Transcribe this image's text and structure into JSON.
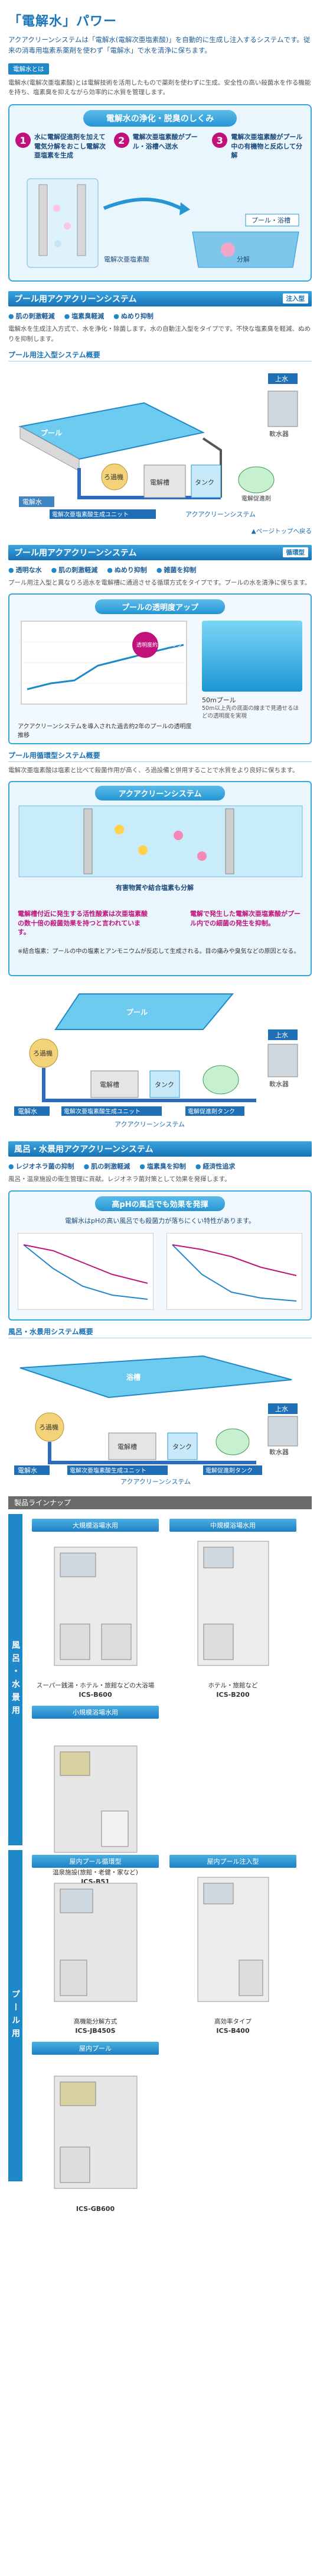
{
  "header": {
    "title": "「電解水」パワー",
    "lead": "アクアクリーンシステムは「電解水(電解次亜塩素酸)」を自動的に生成し注入するシステムです。従来の消毒用塩素系薬剤を使わず「電解水」で水を清浄に保ちます。",
    "tag": "電解水とは",
    "desc": "電解水(電解次亜塩素酸)とは電解技術を活用したもので薬剤を使わずに生成。安全性の高い殺菌水を作る機能を持ち、塩素臭を抑えながら効率的に水質を管理します。"
  },
  "mechanism": {
    "title": "電解水の浄化・脱臭のしくみ",
    "steps": [
      {
        "num": "1",
        "text": "水に電解促進剤を加えて電気分解をおこし電解次亜塩素を生成"
      },
      {
        "num": "2",
        "text": "電解次亜塩素酸がプール・浴槽へ送水"
      },
      {
        "num": "3",
        "text": "電解次亜塩素酸がプール中の有機物と反応して分解"
      }
    ],
    "labels": {
      "pool": "プール・浴槽",
      "electrode": "電解次亜塩素酸",
      "decomp": "分解"
    }
  },
  "pool": {
    "section_title": "プール用アクアクリーンシステム",
    "chip": "注入型",
    "features": [
      "肌の刺激軽減",
      "塩素臭軽減",
      "ぬめり抑制"
    ],
    "intro": "電解水を生成注入方式で、水を浄化・除菌します。水の自動注入型をタイプです。不快な塩素臭を軽減、ぬめりを抑制します。",
    "subhead": "プール用注入型システム概要",
    "diagram_labels": {
      "pool": "プール",
      "water": "上水",
      "softener": "軟水器",
      "filter": "ろ過機",
      "elec_water": "電解水",
      "electrolyzer": "電解槽",
      "unit": "電解次亜塩素酸生成ユニット",
      "tank": "タンク",
      "promoter": "電解促進剤",
      "system": "アクアクリーンシステム"
    },
    "back_top": "▲ページトップへ戻る"
  },
  "circ": {
    "section_title": "プール用アクアクリーンシステム",
    "chip": "循環型",
    "features": [
      "透明な水",
      "肌の刺激軽減",
      "ぬめり抑制",
      "雑菌を抑制"
    ],
    "intro": "プール用注入型と異なりろ過水を電解槽に通過させる循環方式をタイプです。プールの水を清浄に保ちます。",
    "chart_title": "プールの透明度アップ",
    "chart_note": "アクアクリーンシステムを導入された過去約2年のプールの透明度推移",
    "badge": "透明度約3倍アップ",
    "photo_label": "50mプール",
    "photo_caption": "50m以上先の底面の線まで見通せるほどの透明度を実現",
    "subhead": "プール用循環型システム概要",
    "p2": "電解次亜塩素酸は塩素と比べて殺菌作用が高く、ろ過設備と併用することで水質をより良好に保ちます。",
    "panel_title": "アクアクリーンシステム",
    "panel_texts": [
      "有害物質や結合塩素も分解",
      "電解槽付近に発生する活性酸素は次亜塩素酸の数十倍の殺菌効果を持つと言われています。",
      "電解で発生した電解次亜塩素酸がプール内での細菌の発生を抑制。"
    ],
    "panel_note": "※結合塩素：プールの中の塩素とアンモニウムが反応して生成される。目の痛みや臭気などの原因となる。",
    "diagram_labels": {
      "pool": "プール",
      "water": "上水",
      "softener": "軟水器",
      "filter": "ろ過機",
      "elec_water": "電解水",
      "electrolyzer": "電解槽",
      "unit": "電解次亜塩素酸生成ユニット",
      "tank": "電解促進剤タンク",
      "tank2": "タンク",
      "system": "アクアクリーンシステム"
    }
  },
  "bath": {
    "section_title": "風呂・水景用アクアクリーンシステム",
    "features": [
      "レジオネラ菌の抑制",
      "肌の刺激軽減",
      "塩素臭を抑制",
      "経済性追求"
    ],
    "intro": "風呂・温泉施設の衛生管理に貢献。レジオネラ菌対策として効果を発揮します。",
    "box_title": "高pHの風呂でも効果を発揮",
    "box_text": "電解水はpHの高い風呂でも殺菌力が落ちにくい特性があります。",
    "subhead": "風呂・水景用システム概要",
    "diagram_labels": {
      "bath": "浴槽",
      "water": "上水",
      "softener": "軟水器",
      "filter": "ろ過機",
      "elec_water": "電解水",
      "electrolyzer": "電解槽",
      "unit": "電解次亜塩素酸生成ユニット",
      "tank": "タンク",
      "promoter": "電解促進剤タンク",
      "system": "アクアクリーンシステム"
    }
  },
  "lineup": {
    "header": "製品ラインナップ",
    "groups": [
      {
        "side": "風呂・水景用",
        "items": [
          {
            "label": "大規模浴場水用",
            "caption": "スーパー銭湯・ホテル・旅館などの大浴場",
            "model": "ICS-B600"
          },
          {
            "label": "中規模浴場水用",
            "caption": "ホテル・旅館など",
            "model": "ICS-B200"
          },
          {
            "label": "小規模浴場水用",
            "caption": "温泉施設(旅館・老健・家など)",
            "model": "ICS-B51"
          }
        ]
      },
      {
        "side": "プール用",
        "items": [
          {
            "label": "屋内プール循環型",
            "caption": "高機能分解方式",
            "model": "ICS-JB450S"
          },
          {
            "label": "屋内プール注入型",
            "caption": "高効率タイプ",
            "model": "ICS-B400"
          },
          {
            "label": "屋内プール",
            "caption": "",
            "model": "ICS-GB600"
          }
        ]
      }
    ]
  },
  "colors": {
    "brand": "#1a76b8",
    "accent": "#c1127c",
    "panel": "#e9f6fd"
  }
}
